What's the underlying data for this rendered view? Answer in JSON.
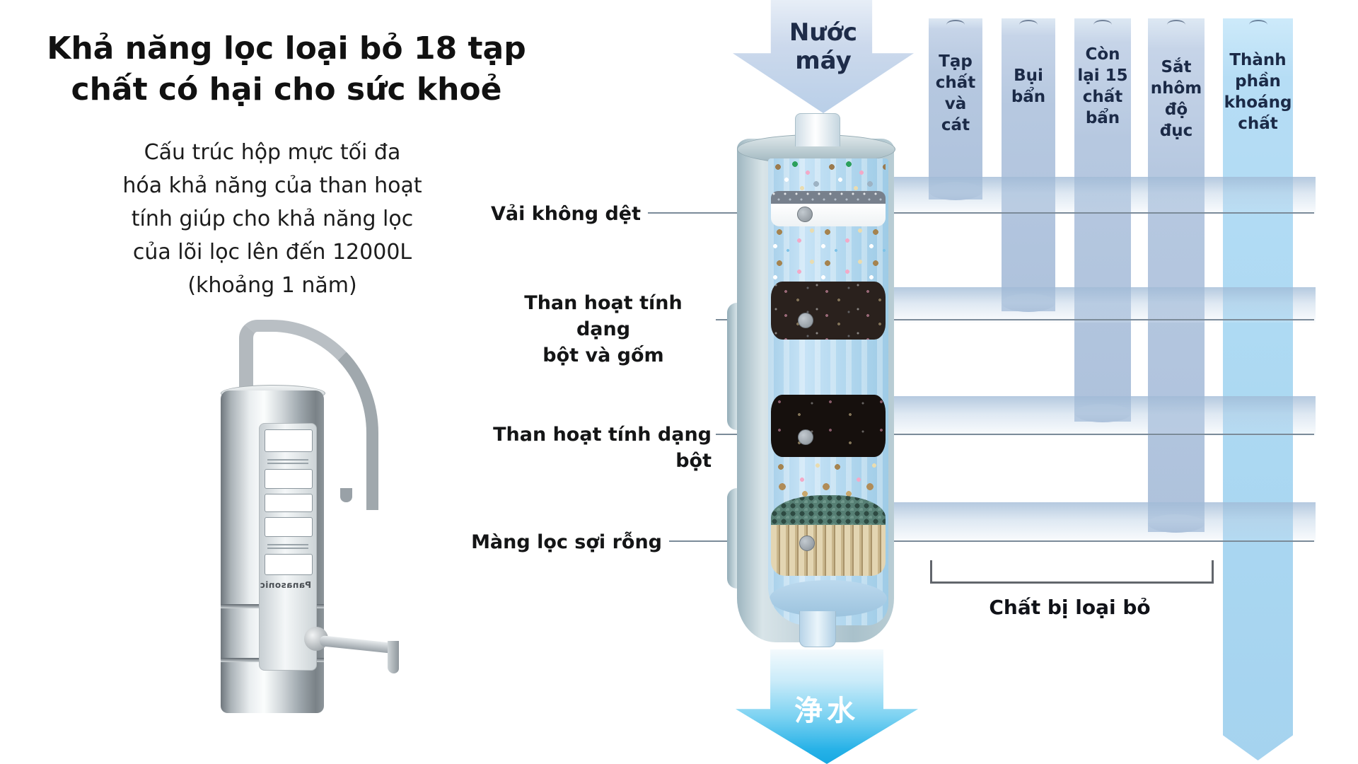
{
  "title": {
    "lines": [
      "Khả năng lọc loại bỏ 18 tạp",
      "chất có hại cho sức khoẻ"
    ]
  },
  "description": {
    "lines": [
      "Cấu trúc hộp mực tối đa",
      "hóa khả năng của than hoạt",
      "tính giúp cho khả năng lọc",
      "của lõi lọc lên đến 12000L",
      "(khoảng 1 năm)"
    ]
  },
  "faucet": {
    "brand": "Panasonic"
  },
  "flow": {
    "inlet_label": "Nước máy",
    "inlet_lines": [
      "Nước",
      "máy"
    ],
    "outlet_label": "浄水"
  },
  "filter_layers": [
    {
      "name": "Vải không dệt",
      "lines": [
        "Vải không dệt"
      ]
    },
    {
      "name": "Than hoạt tính dạng bột và gốm",
      "lines": [
        "Than hoạt tính dạng",
        "bột và gốm"
      ]
    },
    {
      "name": "Than hoạt tính dạng bột",
      "lines": [
        "Than hoạt tính dạng bột"
      ]
    },
    {
      "name": "Màng lọc sợi rỗng",
      "lines": [
        "Màng lọc sợi rỗng"
      ]
    }
  ],
  "removed_substances": [
    {
      "label": "Tạp chất và cát",
      "lines": [
        "Tạp",
        "chất",
        "và cát"
      ],
      "removed_at": "Vải không dệt",
      "passes_through": false
    },
    {
      "label": "Bụi bẩn",
      "lines": [
        "Bụi",
        "bẩn"
      ],
      "removed_at": "Than hoạt tính dạng bột và gốm",
      "passes_through": false
    },
    {
      "label": "Còn lại 15 chất bẩn",
      "lines": [
        "Còn",
        "lại 15",
        "chất",
        "bẩn"
      ],
      "removed_at": "Than hoạt tính dạng bột",
      "passes_through": false
    },
    {
      "label": "Sắt nhôm độ đục",
      "lines": [
        "Sắt",
        "nhôm",
        "độ đục"
      ],
      "removed_at": "Màng lọc sợi rỗng",
      "passes_through": false
    },
    {
      "label": "Thành phần khoáng chất",
      "lines": [
        "Thành",
        "phần",
        "khoáng",
        "chất"
      ],
      "removed_at": "",
      "passes_through": true
    }
  ],
  "bracket": {
    "label": "Chất bị loại bỏ"
  },
  "colors": {
    "column_blue": "#b6c8e0",
    "mineral_column_blue": "#aedaf3",
    "inlet_arrow_blue": "#b9cfe8",
    "outlet_arrow_cyan": "#25b1e7",
    "band_blue": "#b3c9de",
    "label_navy": "#1b2a47"
  }
}
